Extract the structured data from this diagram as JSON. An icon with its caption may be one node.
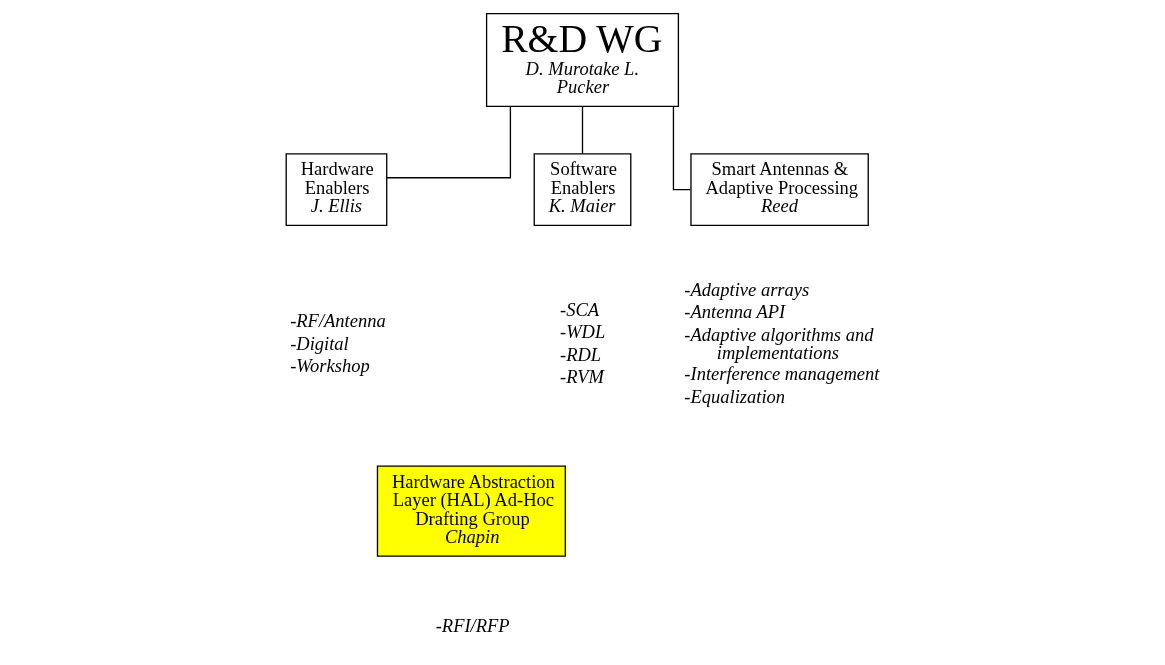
{
  "diagram": {
    "nodes": [
      {
        "text": [
          "R&D WG",
          "D. Murotake L. Pucker"
        ]
      },
      {
        "text": [
          "Hardware Enablers",
          "J. Ellis"
        ],
        "beside": [
          "-RF/Antenna",
          "-Digital",
          "-Workshop"
        ]
      },
      {
        "text": [
          "Software Enablers",
          "K. Maier"
        ],
        "beside": [
          "-SCA",
          "-WDL",
          "-RDL",
          "-RVM"
        ]
      },
      {
        "text": [
          "Smart Antennas & Adaptive Processing",
          "Reed"
        ],
        "beside": [
          "-Adaptive arrays",
          "-Antenna API",
          "-Adaptive algorithms and implementations",
          "-Interference management",
          "-Equalization"
        ]
      },
      {
        "text": [
          "Hardware Abstraction Layer (HAL) Ad-Hoc Drafting Group",
          "Chapin"
        ],
        "beside": [
          "-RFI/RFP"
        ]
      }
    ],
    "edges": [
      {
        "from": 0,
        "to": 1,
        "arrow": "none"
      },
      {
        "from": 0,
        "to": 2,
        "arrow": "none"
      },
      {
        "from": 0,
        "to": 3,
        "arrow": "none"
      }
    ]
  }
}
